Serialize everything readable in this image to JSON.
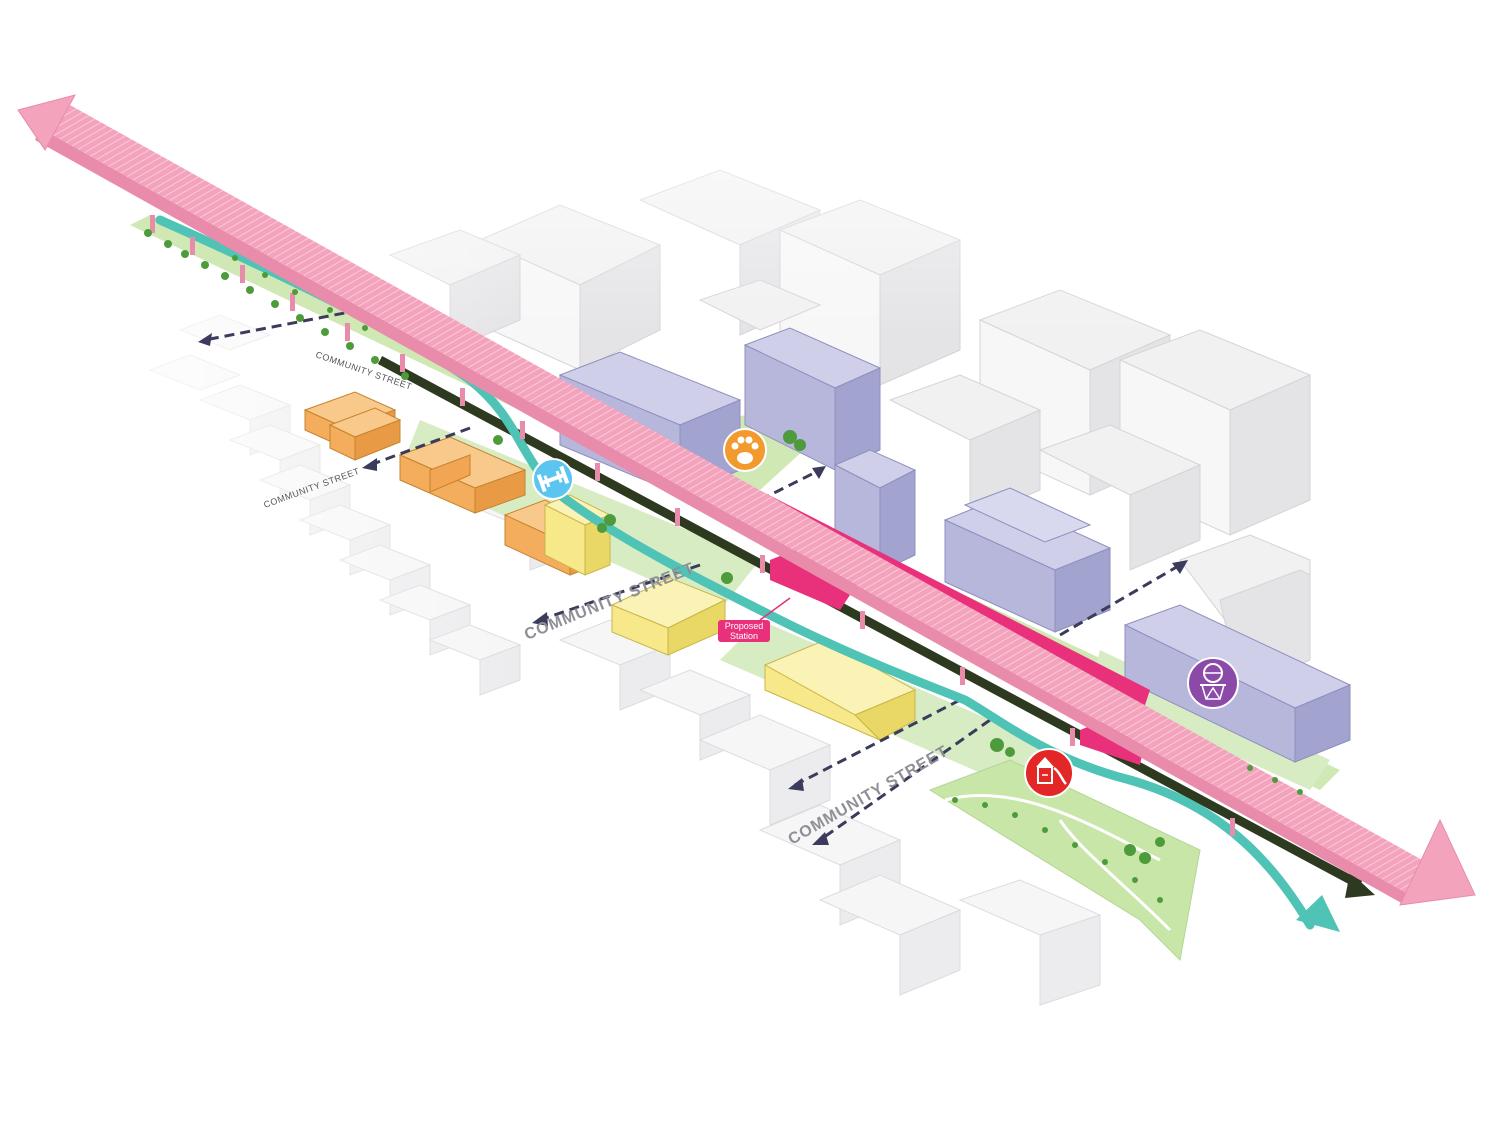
{
  "street_labels": {
    "top_small": "COMMUNITY STREET",
    "mid_small": "COMMUNITY STREET",
    "mid_large": "COMMUNITY STREET",
    "lower_large": "COMMUNITY STREET"
  },
  "station_callout": {
    "line1": "Proposed",
    "line2": "Station"
  },
  "icons": {
    "gym": "dumbbell-icon",
    "dog_park": "paw-icon",
    "basketball": "basketball-hoop-icon",
    "playground": "playground-icon"
  },
  "colors": {
    "rail_viaduct": "#f4a3bd",
    "greenway_path": "#4fc3b5",
    "rail_line": "#2e3a1f",
    "station": "#e8317a",
    "park_green": "#c8e6a8",
    "residential_orange": "#f4ad5c",
    "residential_yellow": "#f7e88a",
    "commercial_lavender": "#b7b7dc",
    "context_gray": "#eeeeef",
    "street_arrow": "#3b3b5c",
    "gym_icon_bg": "#5bc4ef",
    "dog_icon_bg": "#f39a2e",
    "basketball_icon_bg": "#8b4aa8",
    "playground_icon_bg": "#e32626"
  }
}
